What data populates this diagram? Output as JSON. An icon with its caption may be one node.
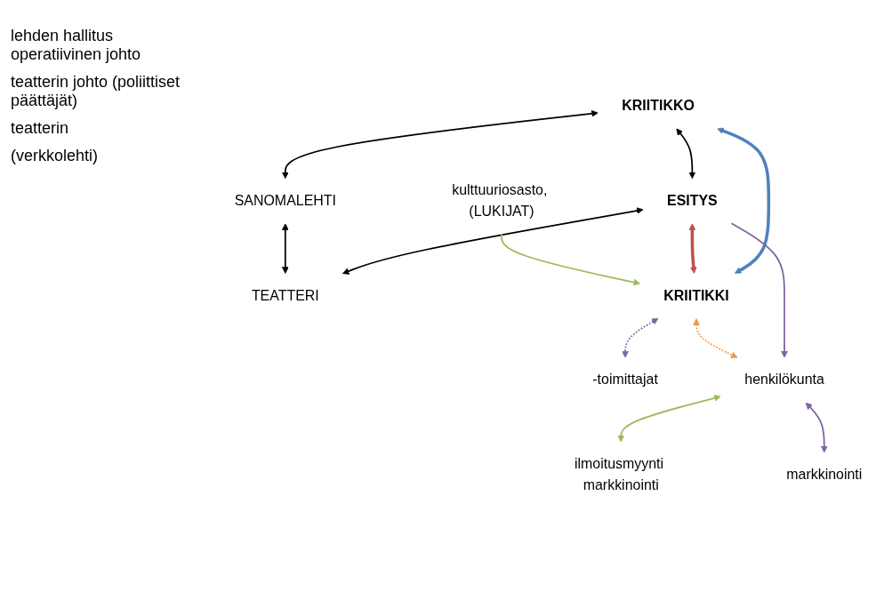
{
  "diagram": {
    "nodes": [
      {
        "text": [
          "KRIITIKKO"
        ]
      },
      {
        "text": [
          "ESITYS"
        ]
      },
      {
        "text": [
          "SANOMALEHTI"
        ]
      },
      {
        "text": [
          "TEATTERI"
        ]
      },
      {
        "text": [
          "KRIITIKKI"
        ]
      },
      {
        "text": [
          "kulttuuriosasto, (LUKIJAT)"
        ]
      },
      {
        "text": [
          "-toimittajat"
        ]
      },
      {
        "text": [
          "henkilökunta"
        ]
      },
      {
        "text": [
          "ilmoitusmyynti markkinointi"
        ]
      },
      {
        "text": [
          "markkinointi"
        ]
      }
    ],
    "edges": [
      {
        "from": 0,
        "to": 1,
        "arrow": "both"
      },
      {
        "from": 0,
        "to": 2,
        "arrow": "both"
      },
      {
        "from": 1,
        "to": 3,
        "arrow": "both"
      },
      {
        "from": 2,
        "to": 3,
        "arrow": "both"
      },
      {
        "from": 0,
        "to": 4,
        "arrow": "both",
        "style": "thick",
        "color": "#4f81bd"
      },
      {
        "from": 1,
        "to": 4,
        "arrow": "both",
        "style": "thick",
        "color": "#c0504d"
      },
      {
        "from": 1,
        "to": 7,
        "arrow": "to",
        "color": "#8064a2"
      },
      {
        "from": 4,
        "to": 6,
        "arrow": "both",
        "style": "dashed",
        "color": "#8064a2"
      },
      {
        "from": 4,
        "to": 7,
        "arrow": "both",
        "style": "dashed",
        "color": "#f79646"
      },
      {
        "from": 5,
        "to": 4,
        "arrow": "to",
        "color": "#9bbb59"
      },
      {
        "from": 7,
        "to": 8,
        "arrow": "both",
        "color": "#9bbb59"
      },
      {
        "from": 7,
        "to": 9,
        "arrow": "both",
        "color": "#8064a2"
      }
    ],
    "labels": [
      "lehden hallitus operatiivinen johto",
      "teatterin johto (poliittiset päättäjät)",
      "teatterin",
      "(verkkolehti)"
    ]
  }
}
